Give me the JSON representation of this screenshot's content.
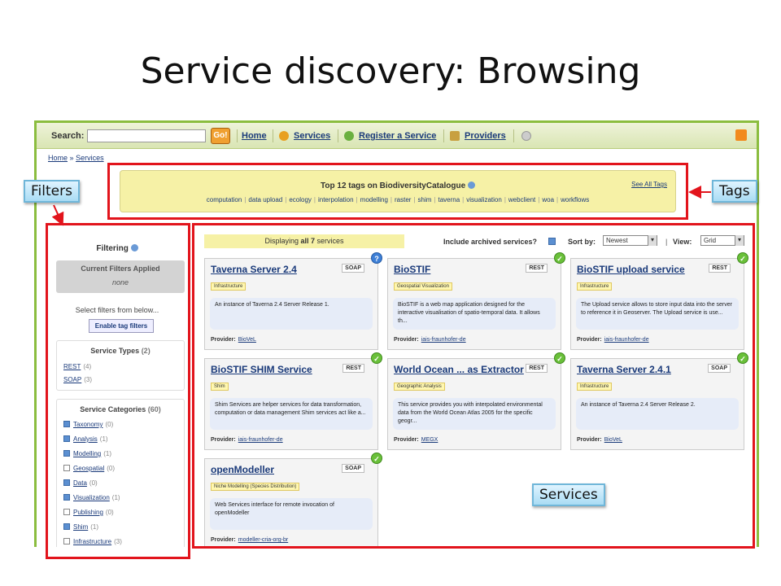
{
  "slide_title": "Service discovery: Browsing",
  "callouts": {
    "filters": "Filters",
    "tags": "Tags",
    "services": "Services"
  },
  "navbar": {
    "search_label": "Search:",
    "go_label": "Go!",
    "links": {
      "home": "Home",
      "services": "Services",
      "register": "Register a Service",
      "providers": "Providers"
    }
  },
  "breadcrumb": {
    "home": "Home",
    "separator": "»",
    "current": "Services"
  },
  "tags": {
    "title": "Top 12 tags on BiodiversityCatalogue",
    "see_all": "See All Tags",
    "items": [
      "computation",
      "data upload",
      "ecology",
      "interpolation",
      "modelling",
      "raster",
      "shim",
      "taverna",
      "visualization",
      "webclient",
      "woa",
      "workflows"
    ]
  },
  "filters": {
    "heading": "Filtering",
    "current_title": "Current Filters Applied",
    "current_value": "none",
    "select_text": "Select filters from below...",
    "enable_button": "Enable tag filters",
    "service_types": {
      "title": "Service Types",
      "count": "(2)",
      "items": [
        {
          "label": "REST",
          "count": "(4)"
        },
        {
          "label": "SOAP",
          "count": "(3)"
        }
      ]
    },
    "service_categories": {
      "title": "Service Categories",
      "count": "(60)",
      "items": [
        {
          "label": "Taxonomy",
          "count": "(0)"
        },
        {
          "label": "Analysis",
          "count": "(1)"
        },
        {
          "label": "Modelling",
          "count": "(1)"
        },
        {
          "label": "Geospatial",
          "count": "(0)"
        },
        {
          "label": "Data",
          "count": "(0)"
        },
        {
          "label": "Visualization",
          "count": "(1)"
        },
        {
          "label": "Publishing",
          "count": "(0)"
        },
        {
          "label": "Shim",
          "count": "(1)"
        },
        {
          "label": "Infrastructure",
          "count": "(3)"
        }
      ]
    }
  },
  "services": {
    "displaying_prefix": "Displaying",
    "displaying_count": "all 7",
    "displaying_suffix": "services",
    "include_archived_label": "Include archived services?",
    "sort_label": "Sort by:",
    "sort_value": "Newest",
    "view_label": "View:",
    "view_value": "Grid",
    "provider_label": "Provider:",
    "cards": [
      {
        "title": "Taverna Server 2.4",
        "type": "SOAP",
        "category": "Infrastructure",
        "description": "An instance of Taverna 2.4 Server Release 1.",
        "provider": "BioVeL",
        "status": "?"
      },
      {
        "title": "BioSTIF",
        "type": "REST",
        "category": "Geospatial Visualization",
        "description": "BioSTIF is a web map application designed for the interactive visualisation of spatio-temporal data. It allows th...",
        "provider": "iais-fraunhofer-de",
        "status": "✓"
      },
      {
        "title": "BioSTIF upload service",
        "type": "REST",
        "category": "Infrastructure",
        "description": "The Upload service allows to store input data into the server to reference it in Geoserver. The Upload service is use...",
        "provider": "iais-fraunhofer-de",
        "status": "✓"
      },
      {
        "title": "BioSTIF SHIM Service",
        "type": "REST",
        "category": "Shim",
        "description": "Shim Services are helper services for data transformation, computation or data management Shim services act like a...",
        "provider": "iais-fraunhofer-de",
        "status": "✓"
      },
      {
        "title": "World Ocean ... as Extractor",
        "type": "REST",
        "category": "Geographic Analysis",
        "description": "This service provides you with interpolated environmental data from the World Ocean Atlas 2005 for the specific geogr...",
        "provider": "MEGX",
        "status": "✓"
      },
      {
        "title": "Taverna Server 2.4.1",
        "type": "SOAP",
        "category": "Infrastructure",
        "description": "An instance of Taverna 2.4 Server Release 2.",
        "provider": "BioVeL",
        "status": "✓"
      },
      {
        "title": "openModeller",
        "type": "SOAP",
        "category": "Niche Modelling (Species Distribution)",
        "description": "Web Services interface for remote invocation of openModeller",
        "provider": "modeller-cria-org-br",
        "status": "✓"
      }
    ]
  }
}
